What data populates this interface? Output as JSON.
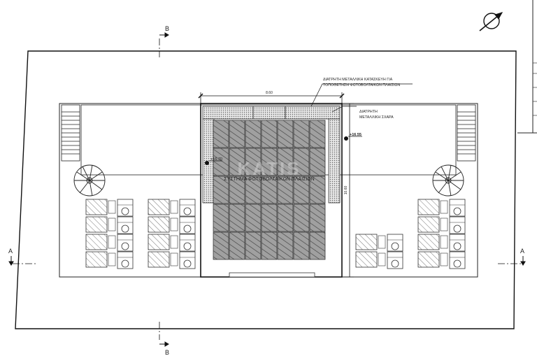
{
  "sections": {
    "top_label": "B",
    "bottom_label": "B",
    "left_label": "A",
    "right_label": "A"
  },
  "annotations": {
    "structure_line1": "ΔΙΑΤΡΗΤΗ ΜΕΤΑΛΛΙΚΗ ΚΑΤΑΣΚΕΥΗ ΓΙΑ",
    "structure_line2": "ΤΟΠΟΘΕΤΗΣΗ ΦΩΤΟΒΟΛΤΑΙΚΩΝ ΠΛΑΙΣΙΩΝ",
    "grate_line1": "ΔΙΑΤΡΗΤΗ",
    "grate_line2": "ΜΕΤΑΛΛΙΚΗ ΣΧΑΡΑ",
    "center_title": "ΣΥΣΤΗΜΑ ΦΩΤΟΒΟΛΤΑΙΚΩΝ ΠΛΑΙΣΙΩΝ",
    "watermark": "KATIS"
  },
  "dimensions": {
    "width": "8.60",
    "height": "10.60",
    "level_right": "+16.55",
    "level_left": "+16.70"
  },
  "array": {
    "cols": 7,
    "rows": 5
  },
  "colors": {
    "line": "#1a1a1a",
    "panel_fill": "#9a9a9a",
    "hatch": "#444444",
    "grate": "#cfcfcf"
  }
}
